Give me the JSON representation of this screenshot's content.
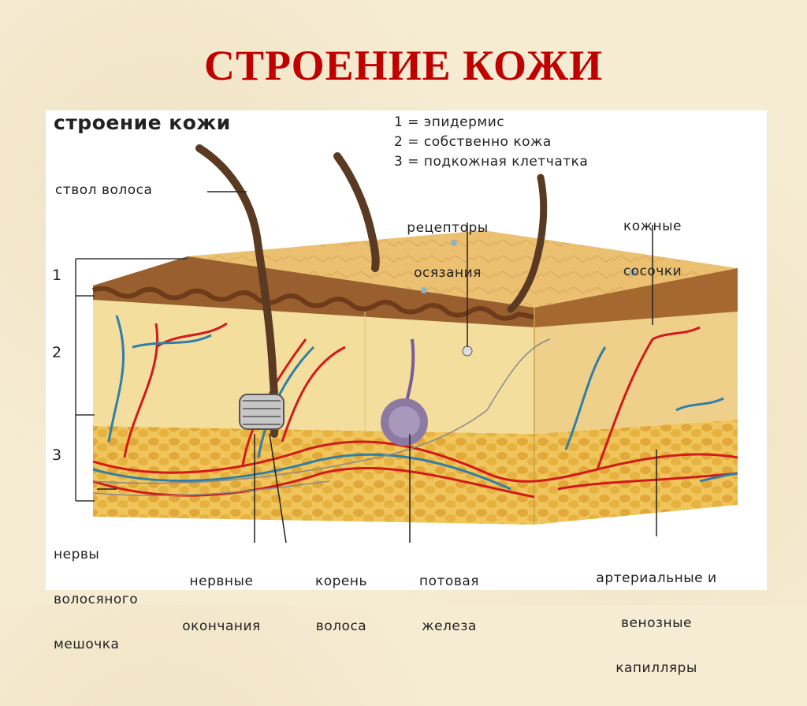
{
  "slide_title": "СТРОЕНИЕ КОЖИ",
  "figure": {
    "title": "строение кожи",
    "legend": [
      "1 = эпидермис",
      "2 = собственно кожа",
      "3 = подкожная клетчатка"
    ],
    "layer_numbers": [
      "1",
      "2",
      "3"
    ],
    "labels": {
      "hair_shaft": "ствол волоса",
      "receptors_l1": "рецепторы",
      "receptors_l2": "осязания",
      "papillae_l1": "кожные",
      "papillae_l2": "сосочки",
      "follicle_nerves_l1": "нервы",
      "follicle_nerves_l2": "волосяного",
      "follicle_nerves_l3": "мешочка",
      "nerve_endings_l1": "нервные",
      "nerve_endings_l2": "окончания",
      "hair_root_l1": "корень",
      "hair_root_l2": "волоса",
      "sweat_gland_l1": "потовая",
      "sweat_gland_l2": "железа",
      "capillaries_l1": "артериальные и",
      "capillaries_l2": "венозные",
      "capillaries_l3": "капилляры"
    },
    "colors": {
      "epidermis": "#e9b863",
      "dermis": "#f3dc9c",
      "subcutaneous": "#e8b845",
      "artery": "#d31a1a",
      "vein": "#2f7fa6",
      "hair": "#5a3a22",
      "title": "#c00000"
    }
  }
}
